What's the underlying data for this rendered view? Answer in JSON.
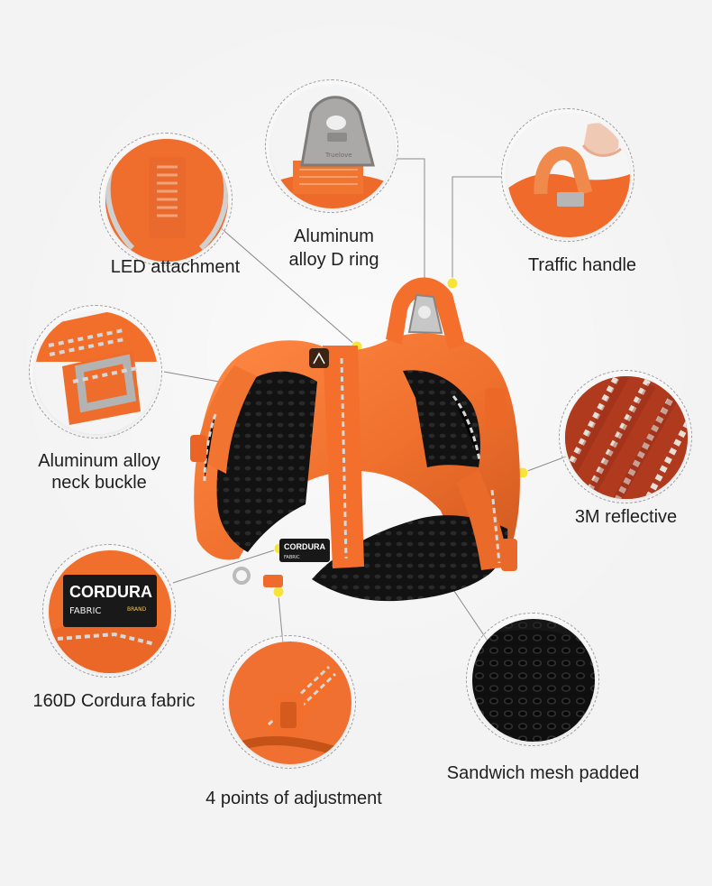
{
  "features": [
    {
      "label_line_1": "Aluminum",
      "label_line_2": "alloy D ring"
    },
    {
      "label_line_1": "LED attachment"
    },
    {
      "label_line_1": "Traffic handle"
    },
    {
      "label_line_1": "Aluminum alloy",
      "label_line_2": "neck buckle"
    },
    {
      "label_line_1": "3M reflective"
    },
    {
      "label_line_1": "160D Cordura fabric"
    },
    {
      "label_line_1": "4 points of adjustment"
    },
    {
      "label_line_1": "Sandwich mesh padded"
    }
  ],
  "branding": {
    "cordura_wordmark": "CORDURA",
    "fabric_word": "FABRIC",
    "brand_word": "BRAND",
    "tag_wordmark": "Truelove"
  },
  "colors": {
    "background": "#f4f4f4",
    "harness_orange": "#f0702d",
    "dark_orange": "#d35a1e",
    "reflective": "#d9d9d9",
    "mesh_black": "#171717",
    "hardware_silver": "#b8b8b8",
    "callout_yellow": "#f6e43a"
  }
}
